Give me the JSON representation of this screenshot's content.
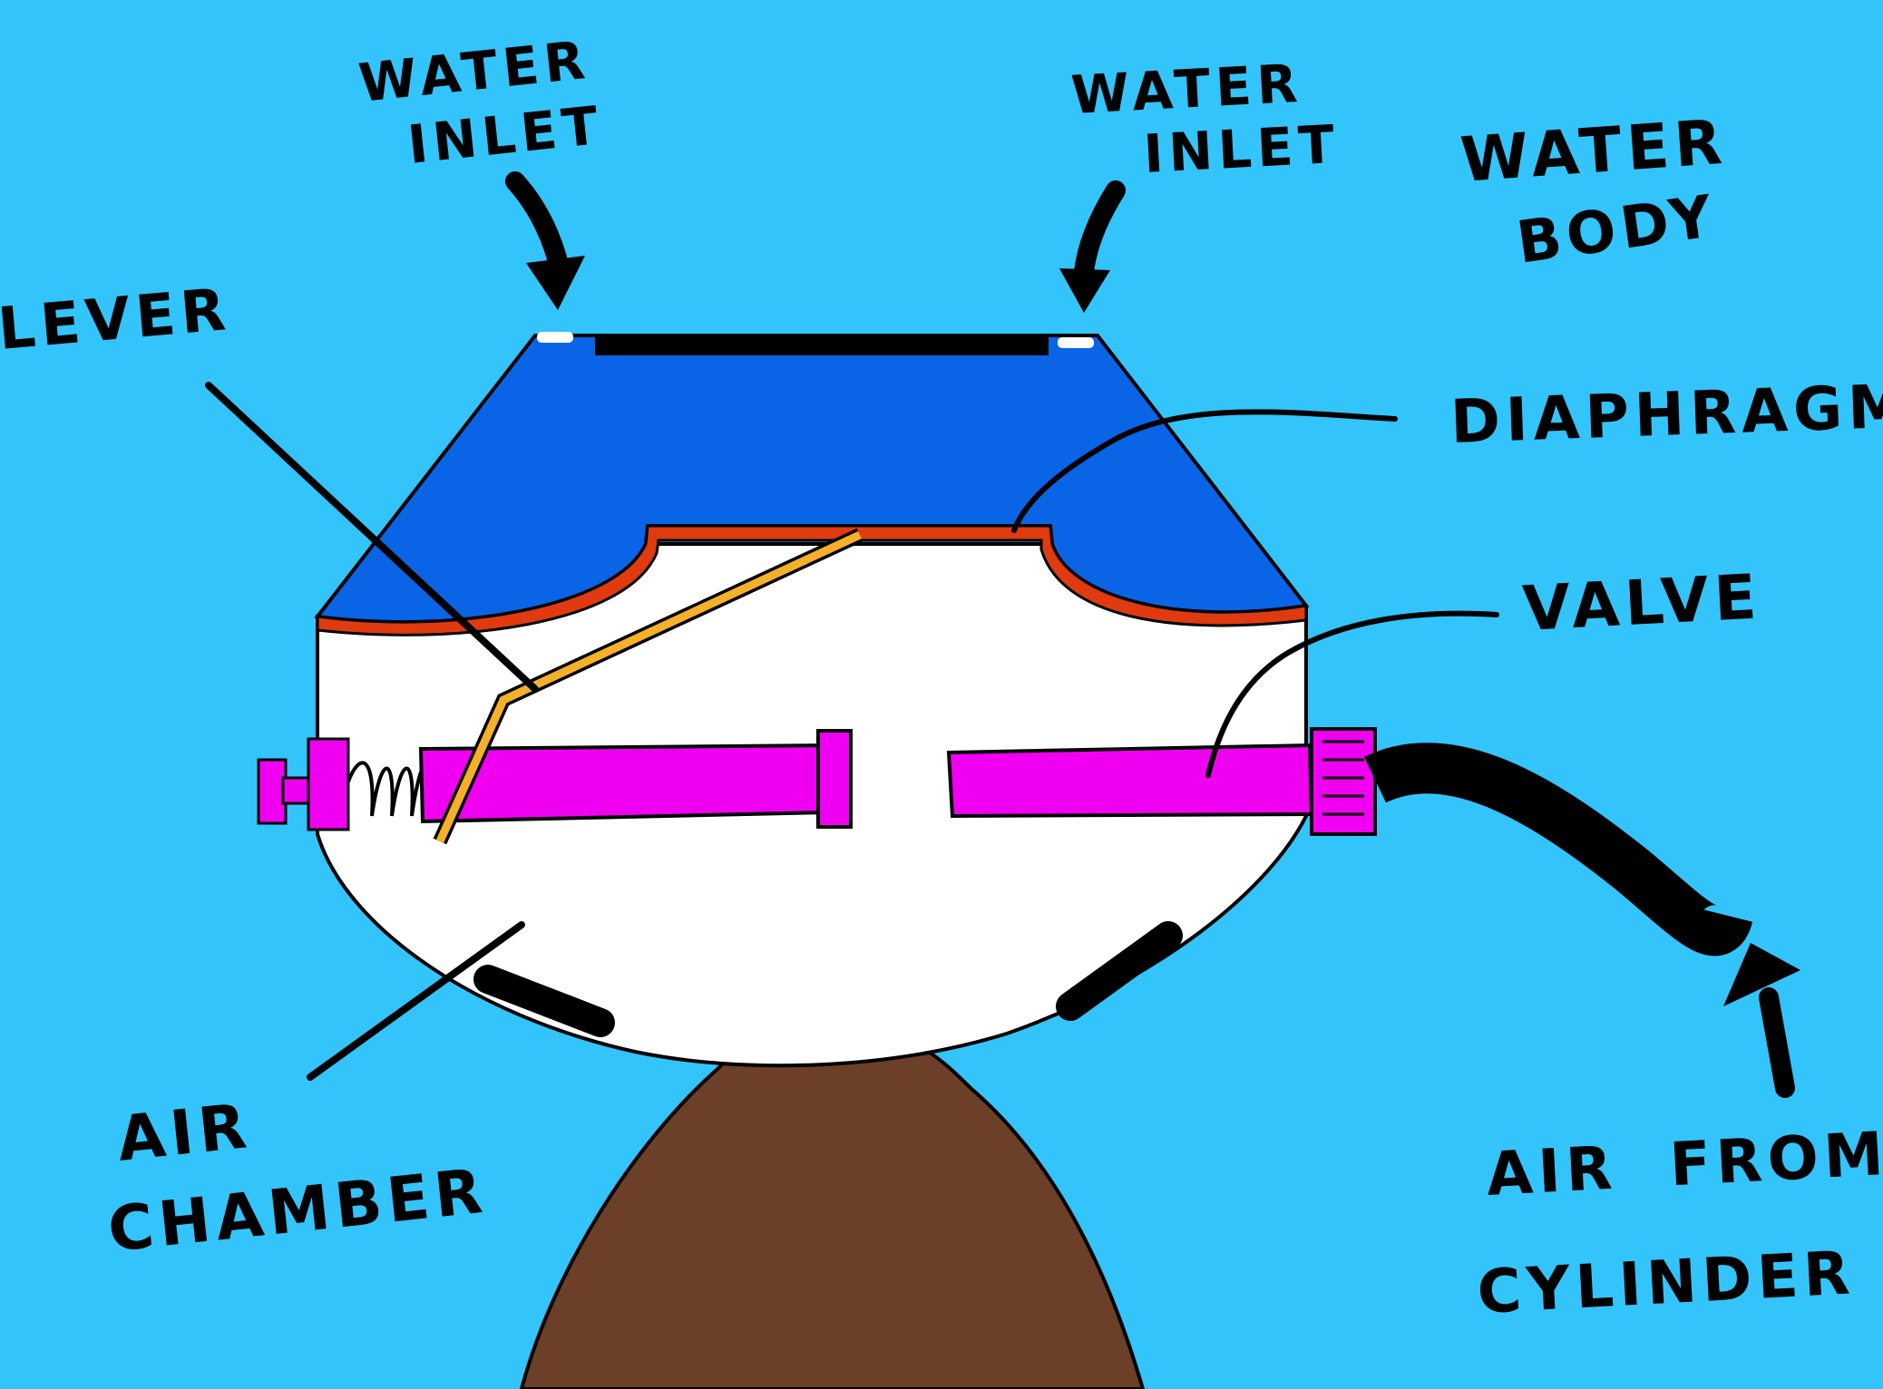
{
  "labels": {
    "water_inlet_left": [
      "WATER",
      "INLET"
    ],
    "water_inlet_right": [
      "WATER",
      "INLET"
    ],
    "water_body": [
      "WATER",
      "BODY"
    ],
    "lever": "LEVER",
    "diaphragm": "DIAPHRAGM",
    "valve": "VALVE",
    "air_chamber": [
      "AIR",
      "CHAMBER"
    ],
    "air_from_cylinder": [
      "AIR  FROM",
      "CYLINDER"
    ]
  },
  "colors": {
    "background": "#33c4fb",
    "water_chamber": "#0a64e6",
    "air_chamber": "#ffffff",
    "diaphragm": "#e03a10",
    "valve": "#f000f0",
    "lever": "#f5b02a",
    "hose": "#000000",
    "ground": "#6b3f28"
  }
}
